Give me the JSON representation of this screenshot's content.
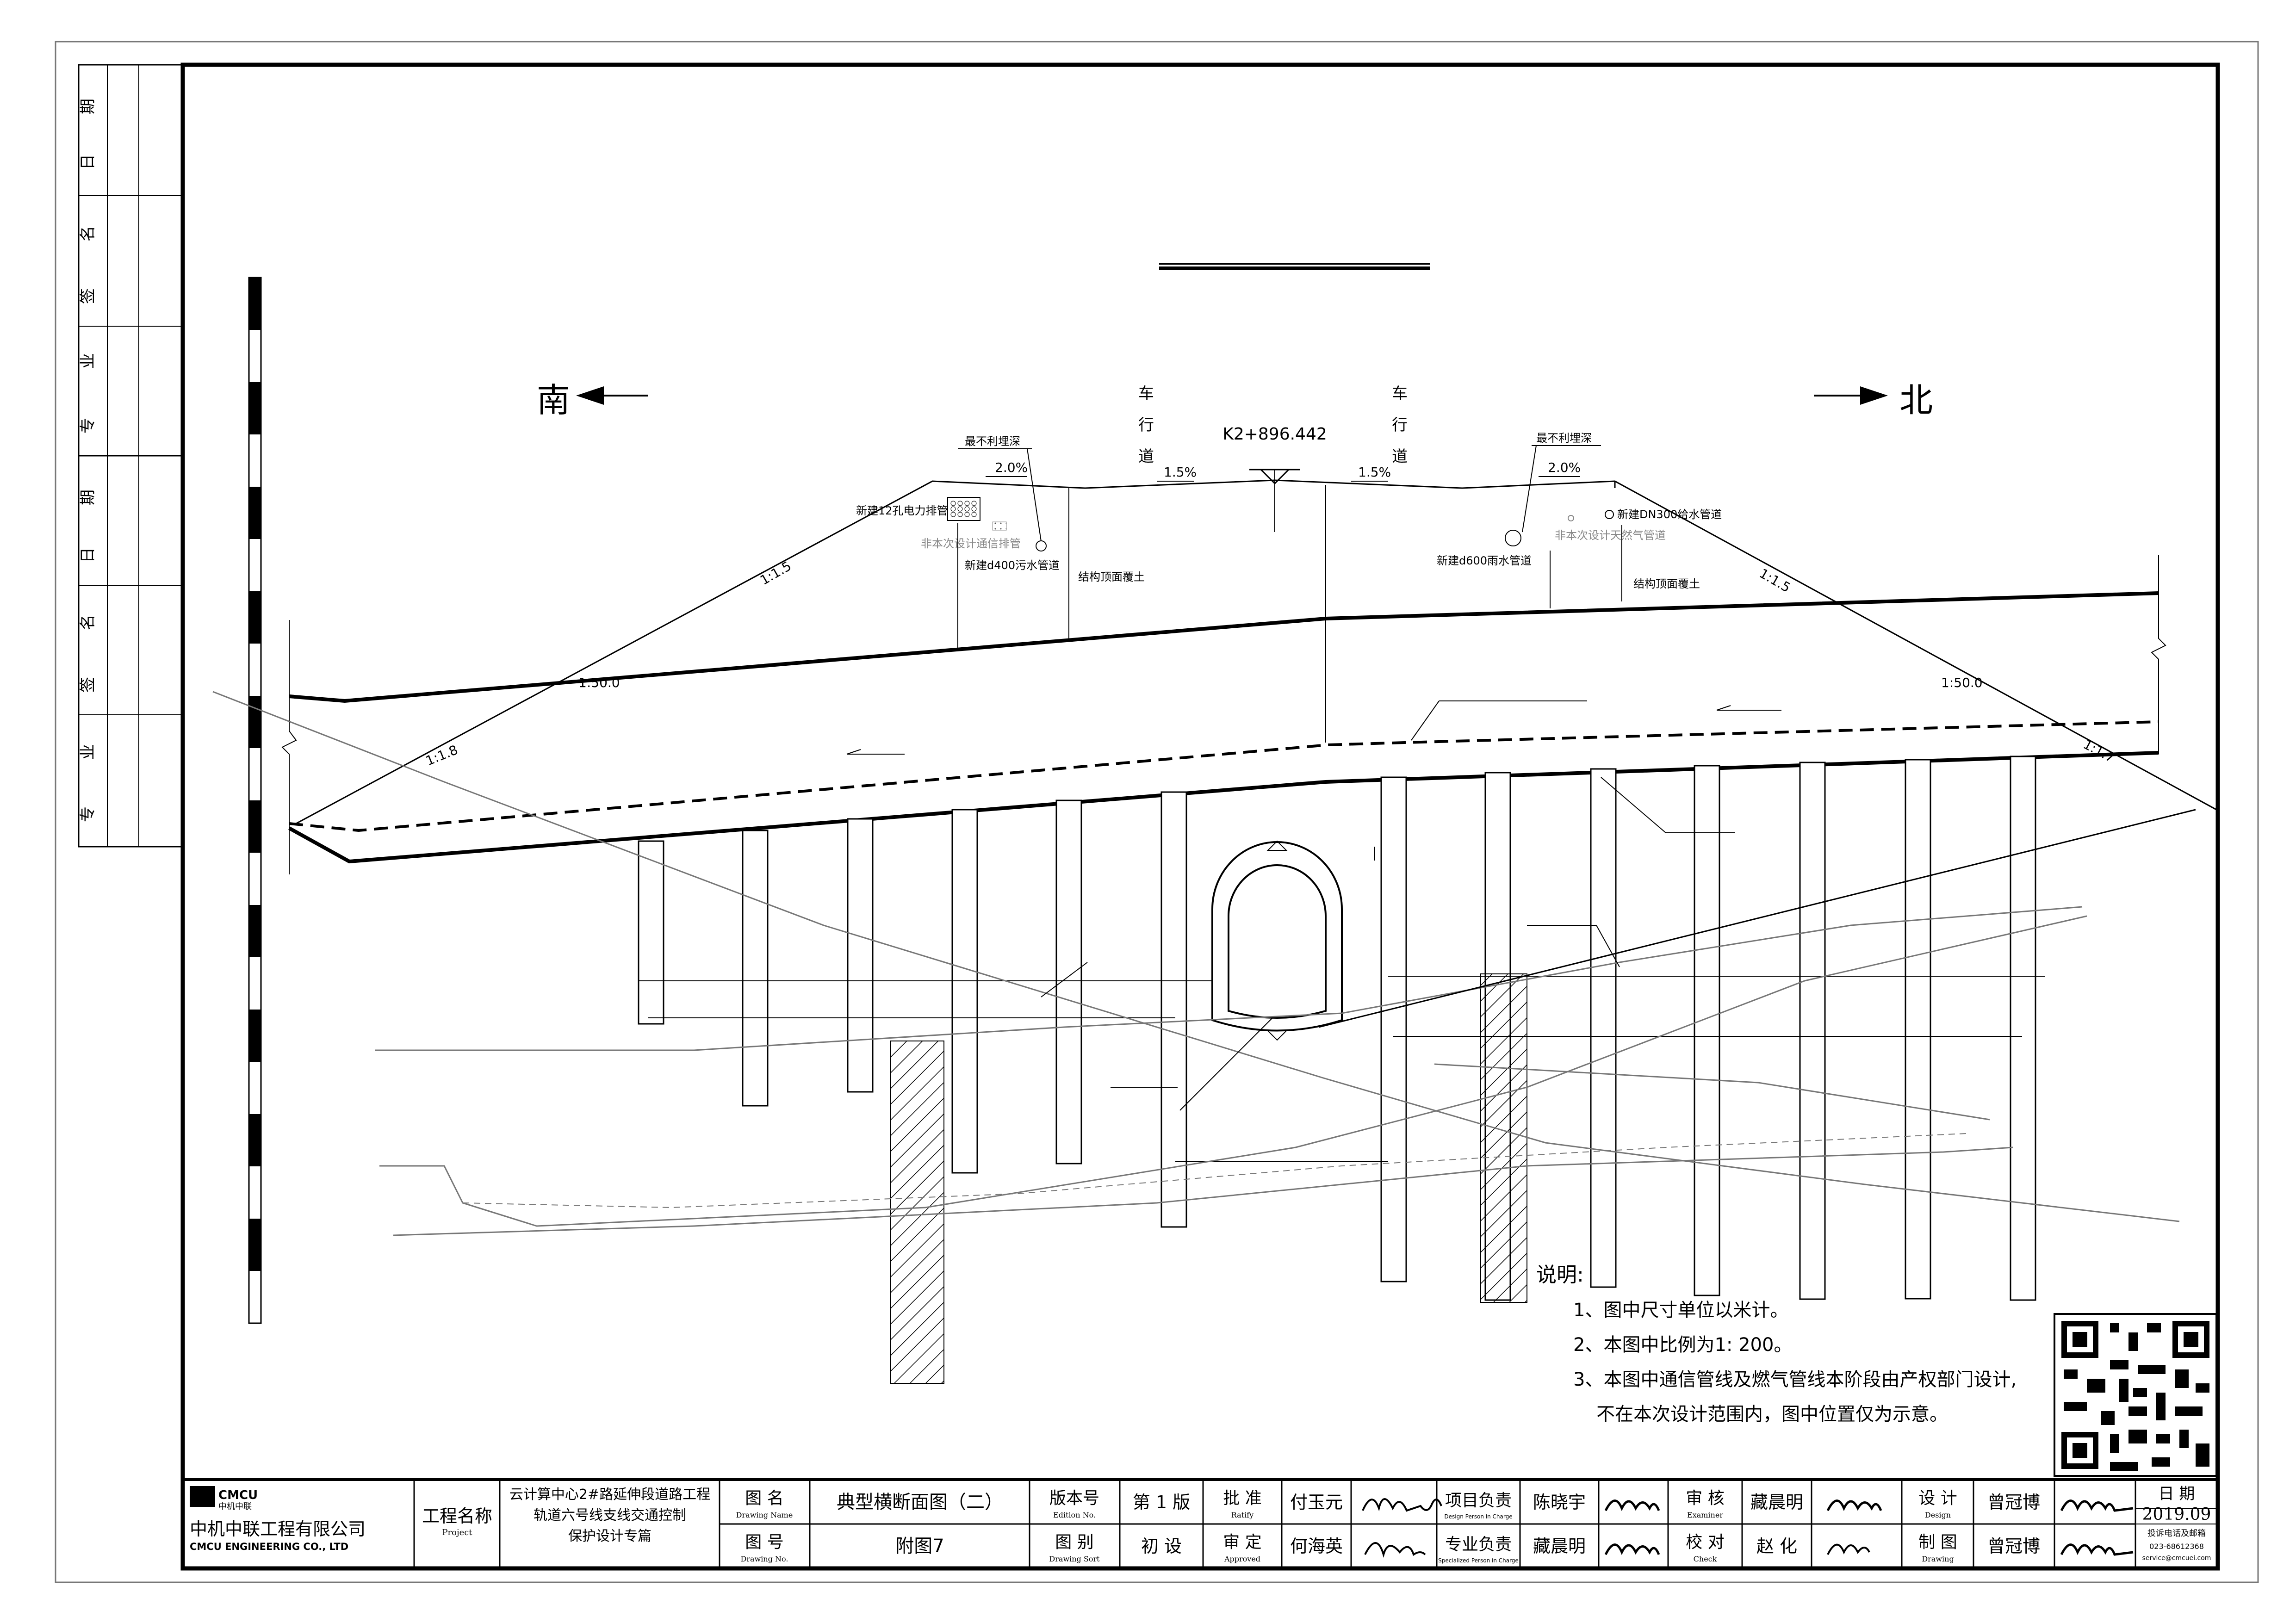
{
  "directions": {
    "south": "南",
    "north": "北"
  },
  "labels": {
    "lane_left": [
      "车",
      "行",
      "道"
    ],
    "lane_right": [
      "车",
      "行",
      "道"
    ],
    "station": "K2+896.442",
    "slope_left_top": "2.0%",
    "slope_right_top": "2.0%",
    "slope_left_mid": "1.5%",
    "slope_right_mid": "1.5%",
    "worst_depth_left": "最不利埋深",
    "worst_depth_right": "最不利埋深",
    "power_pipe": "新建12孔电力排管",
    "telecom_not": "非本次设计通信排管",
    "sewer_400": "新建d400污水管道",
    "cover_soil_left": "结构顶面覆土",
    "rain_600": "新建d600雨水管道",
    "water_dn300": "新建DN300给水管道",
    "gas_not": "非本次设计天然气管道",
    "cover_soil_right": "结构顶面覆土",
    "ratio_1_1_5_left": "1:1.5",
    "ratio_1_1_5_right": "1:1.5",
    "ratio_1_50_left": "1:50.0",
    "ratio_1_50_right": "1:50.0",
    "ratio_1_1_8": "1:1.8",
    "ratio_1_1_7": "1:1.7"
  },
  "notes": {
    "title": "说明:",
    "items": [
      "1、图中尺寸单位以米计。",
      "2、本图中比例为1: 200。",
      "3、本图中通信管线及燃气管线本阶段由产权部门设计,",
      "不在本次设计范围内，图中位置仅为示意。"
    ]
  },
  "side_table": {
    "cells": [
      "期",
      "日",
      "名",
      "签",
      "业",
      "专",
      "期",
      "日",
      "名",
      "签",
      "业",
      "专"
    ]
  },
  "title_block": {
    "company_badge": "CMCU",
    "company_badge_sub": "中机中联",
    "company_cn": "中机中联工程有限公司",
    "company_en": "CMCU ENGINEERING CO., LTD",
    "project_label": "工程名称",
    "project_label_en": "Project",
    "project_lines": [
      "云计算中心2#路延伸段道路工程",
      "轨道六号线支线交通控制",
      "保护设计专篇"
    ],
    "drawing_name_label": "图  名",
    "drawing_name_label_en": "Drawing Name",
    "drawing_name": "典型横断面图（二）",
    "drawing_no_label": "图  号",
    "drawing_no_label_en": "Drawing No.",
    "drawing_no": "附图7",
    "edition_label": "版本号",
    "edition_label_en": "Edition No.",
    "edition": "第 1 版",
    "sort_label": "图  别",
    "sort_label_en": "Drawing Sort",
    "sort": "初 设",
    "ratify_label": "批  准",
    "ratify_label_en": "Ratify",
    "ratify_name": "付玉元",
    "approved_label": "审  定",
    "approved_label_en": "Approved",
    "approved_name": "何海英",
    "charge_label": "项目负责",
    "charge_label_en": "Design Person in Charge",
    "charge_name": "陈晓宇",
    "special_label": "专业负责",
    "special_label_en": "Specialized Person in Charge",
    "special_name": "藏晨明",
    "examiner_label": "审  核",
    "examiner_label_en": "Examiner",
    "examiner_name": "藏晨明",
    "check_label": "校  对",
    "check_label_en": "Check",
    "check_name": "赵  化",
    "design_label": "设  计",
    "design_label_en": "Design",
    "design_name": "曾冠博",
    "drawing_label": "制  图",
    "drawing_label_en": "Drawing",
    "drawing_person": "曾冠博",
    "date_label": "日  期",
    "date": "2019.09",
    "complaint": "投诉电话及邮箱",
    "complaint_phone": "023-68612368",
    "complaint_mail": "service@cmcuei.com"
  }
}
